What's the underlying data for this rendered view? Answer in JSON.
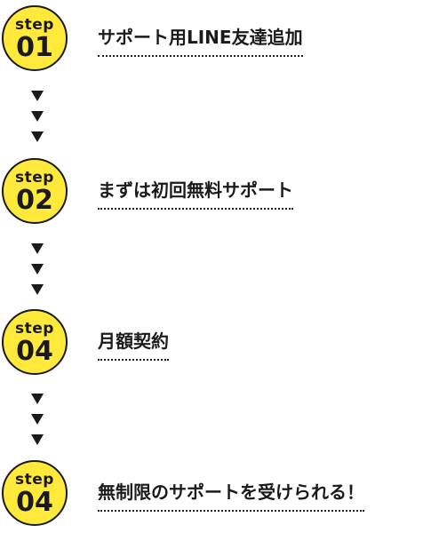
{
  "steps": [
    {
      "word": "step",
      "number": "01",
      "label": "サポート用LINE友達追加"
    },
    {
      "word": "step",
      "number": "02",
      "label": "まずは初回無料サポート"
    },
    {
      "word": "step",
      "number": "04",
      "label": "月額契約"
    },
    {
      "word": "step",
      "number": "04",
      "label": "無制限のサポートを受けられる！"
    }
  ],
  "colors": {
    "badge_fill": "#ffe93b",
    "ink": "#1a1a1a"
  },
  "icons": {
    "connector": "down-triangle-icon"
  }
}
